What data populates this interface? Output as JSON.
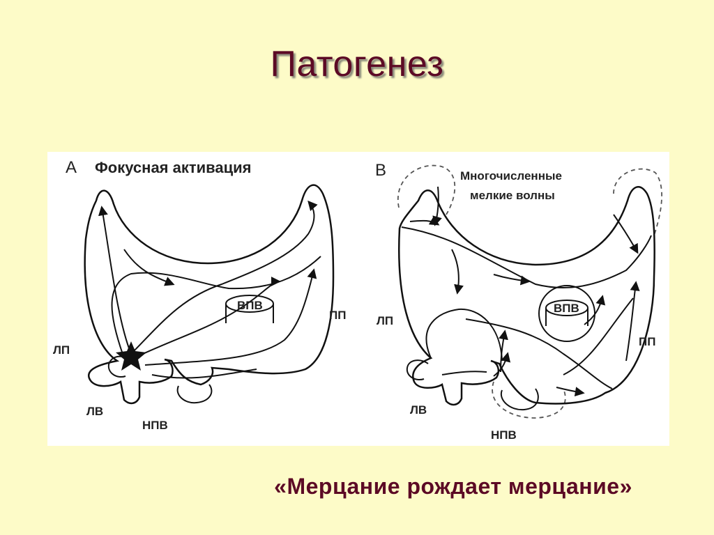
{
  "slide": {
    "title": "Патогенез",
    "caption": "«Мерцание рождает мерцание»"
  },
  "figure": {
    "panel_a": {
      "letter": "А",
      "heading": "Фокусная активация",
      "labels": {
        "svc": "ВПВ",
        "ra": "ПП",
        "la": "ЛП",
        "pv": "ЛВ",
        "ivc": "НПВ"
      }
    },
    "panel_b": {
      "letter": "В",
      "heading_line1": "Многочисленные",
      "heading_line2": "мелкие волны",
      "labels": {
        "svc": "ВПВ",
        "ra": "ПП",
        "la": "ЛП",
        "pv": "ЛВ",
        "ivc": "НПВ"
      }
    }
  },
  "colors": {
    "background": "#FDFBC8",
    "title": "#5C0A25",
    "caption": "#5C0A25",
    "figure_bg": "#FFFFFF",
    "ink": "#222222"
  }
}
